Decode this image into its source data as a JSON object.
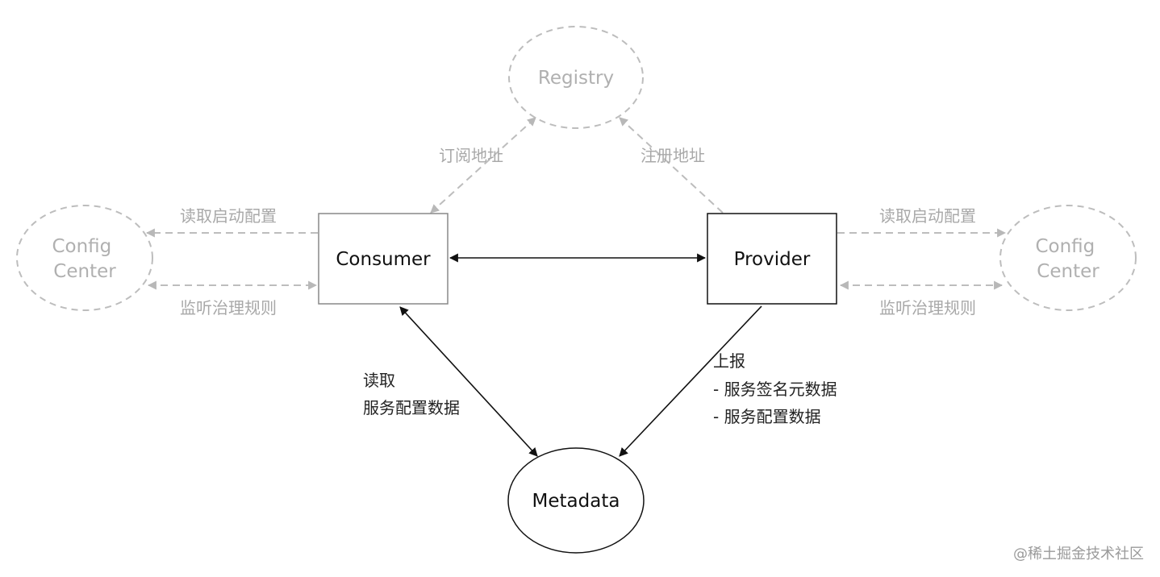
{
  "nodes": {
    "registry": {
      "label": "Registry"
    },
    "consumer": {
      "label": "Consumer"
    },
    "provider": {
      "label": "Provider"
    },
    "metadata": {
      "label": "Metadata"
    },
    "config_center_left": {
      "lines": [
        "Config",
        "Center"
      ]
    },
    "config_center_right": {
      "lines": [
        "Config",
        "Center"
      ]
    }
  },
  "edges": {
    "subscribe": {
      "label": "订阅地址"
    },
    "register": {
      "label": "注册地址"
    },
    "left_read_startup": {
      "label": "读取启动配置"
    },
    "left_listen_rules": {
      "label": "监听治理规则"
    },
    "right_read_startup": {
      "label": "读取启动配置"
    },
    "right_listen_rules": {
      "label": "监听治理规则"
    },
    "consumer_metadata": {
      "lines": [
        "读取",
        "服务配置数据"
      ]
    },
    "provider_metadata": {
      "lines": [
        "上报",
        "- 服务签名元数据",
        "- 服务配置数据"
      ]
    }
  },
  "watermark": {
    "text": "@稀土掘金技术社区"
  },
  "colors": {
    "solid": "#111111",
    "faded": "#b0b0b0"
  }
}
